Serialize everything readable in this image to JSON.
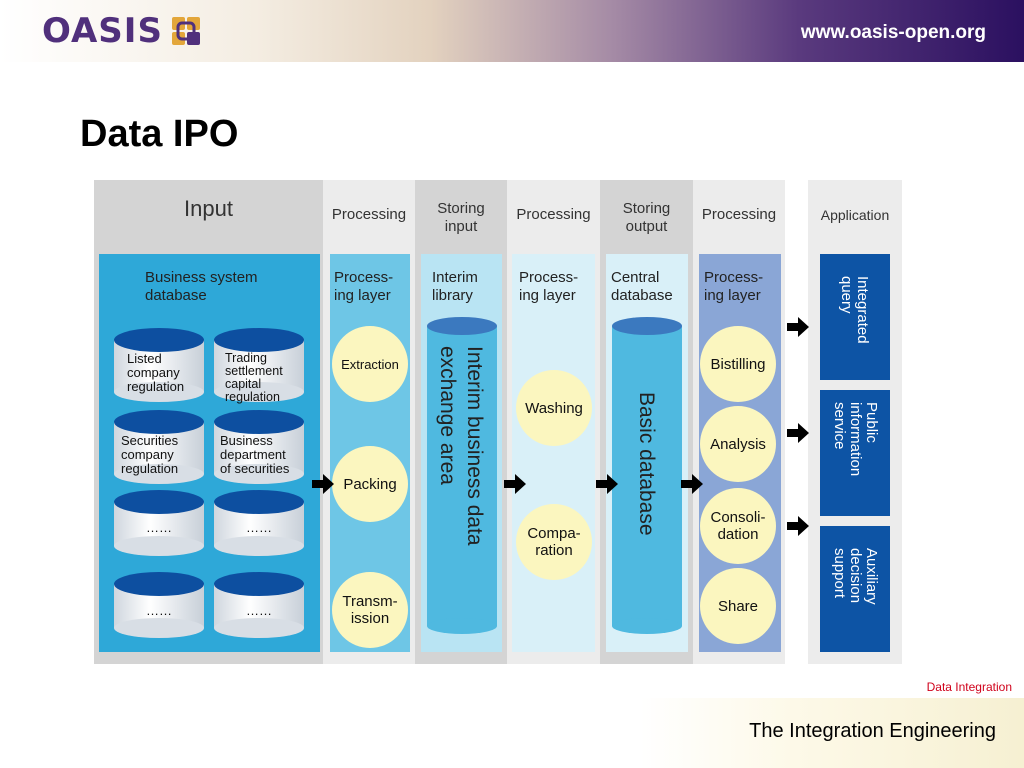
{
  "header": {
    "logo_text": "OASIS",
    "url": "www.oasis-open.org"
  },
  "slide": {
    "title": "Data IPO"
  },
  "diagram": {
    "columns": [
      {
        "header": "Input"
      },
      {
        "header": "Processing"
      },
      {
        "header": "Storing\ninput"
      },
      {
        "header": "Processing"
      },
      {
        "header": "Storing\noutput"
      },
      {
        "header": "Processing"
      },
      {
        "header": "Application"
      }
    ],
    "input": {
      "label": "Business system\ndatabase",
      "databases": [
        "Listed\ncompany\nregulation",
        "Trading\nsettlement\ncapital\nregulation",
        "Securities\ncompany\nregulation",
        "Business\ndepartment\nof securities",
        "……",
        "……",
        "……",
        "……"
      ]
    },
    "processing1": {
      "label": "Process-\ning layer",
      "steps": [
        "Extraction",
        "Packing",
        "Transm-\nission"
      ]
    },
    "storing_input": {
      "label": "Interim\nlibrary",
      "store": "Interim business data\nexchange area"
    },
    "processing2": {
      "label": "Process-\ning layer",
      "steps": [
        "Washing",
        "Compa-\nration"
      ]
    },
    "storing_output": {
      "label": "Central\ndatabase",
      "store": "Basic database"
    },
    "processing3": {
      "label": "Process-\ning layer",
      "steps": [
        "Bistilling",
        "Analysis",
        "Consoli-\ndation",
        "Share"
      ]
    },
    "application": {
      "items": [
        "Integrated\nquery",
        "Public\ninformation\nservice",
        "Auxiliary\ndecision\nsupport"
      ]
    },
    "colors": {
      "input_panel": "#2ea8d8",
      "processing_panel": "#6ec6e6",
      "storing_panel": "#b9e4f3",
      "processing3_panel": "#8aa6d6",
      "app_box": "#0d54a5",
      "circle": "#fbf6bf",
      "db_top": "#0d4fa0"
    }
  },
  "footer": {
    "tag": "Data Integration",
    "title": "The Integration Engineering"
  }
}
